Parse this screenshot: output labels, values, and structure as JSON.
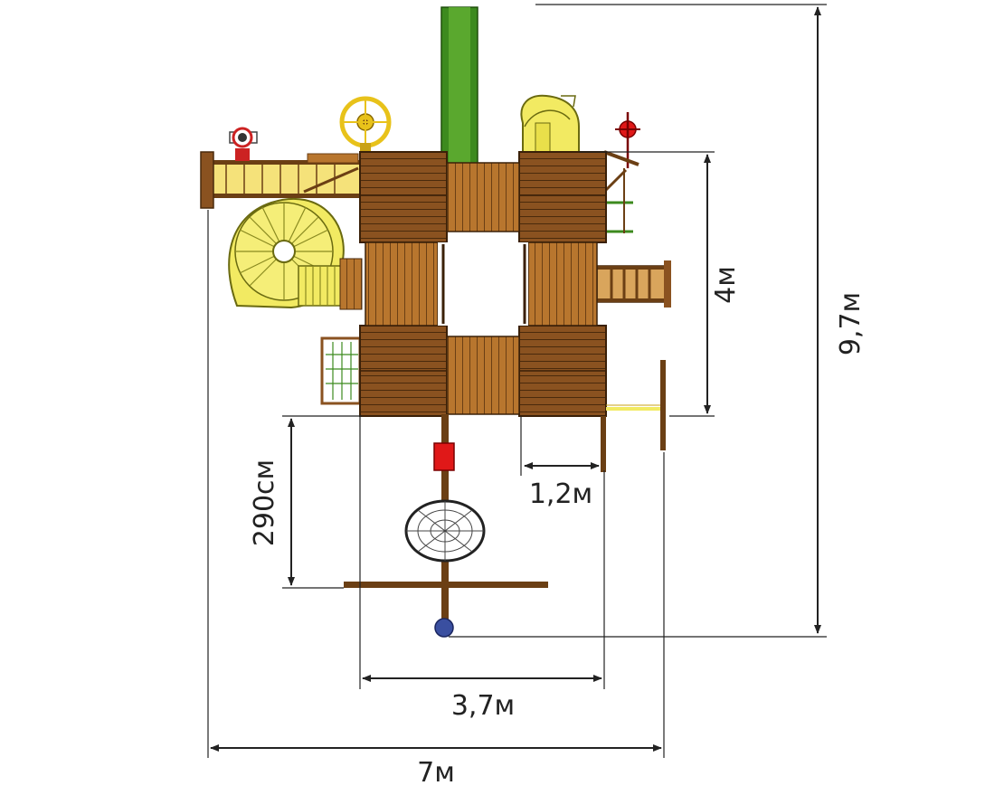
{
  "dimensions": {
    "total_height": "9,7м",
    "tower_depth": "4м",
    "tower_width": "3,7м",
    "overall_width": "7м",
    "deck_step": "1,2м",
    "swing_beam_length": "290см"
  },
  "colors": {
    "wood_dark": "#6b3f14",
    "wood_mid": "#8a5220",
    "wood_light": "#b8762e",
    "slide_green": "#3c8a1e",
    "tube_yellow": "#f2ea62",
    "accent_red": "#e01818",
    "accent_blue": "#3a4fa0",
    "dimension_line": "#222222"
  },
  "icons": {
    "steering_wheel": "steering-wheel-icon",
    "telescope": "telescope-icon",
    "nest_swing": "nest-swing-icon",
    "swing_seat": "swing-seat-icon"
  }
}
